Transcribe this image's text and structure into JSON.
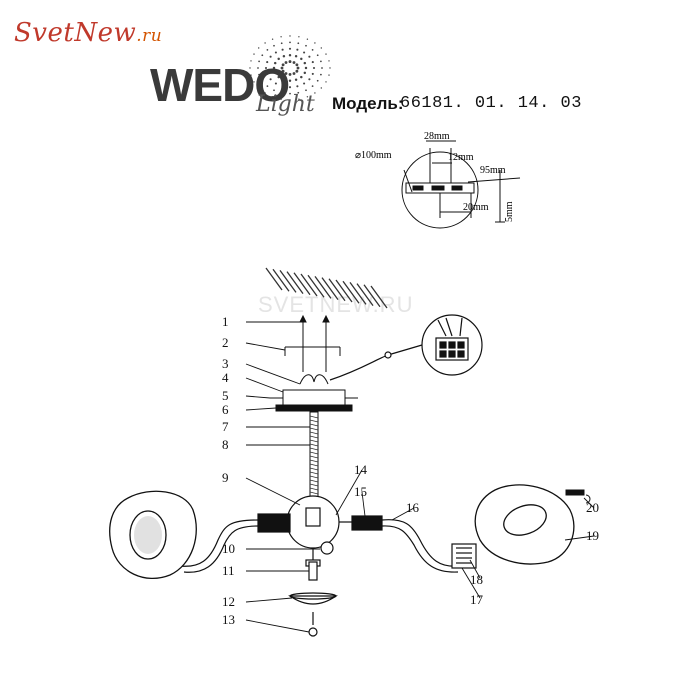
{
  "shop_logo": {
    "name": "SvetNew",
    "domain": ".ru"
  },
  "brand_logo": {
    "main": "WEDO",
    "sub": "Light"
  },
  "model": {
    "label": "Модель:",
    "value": "66181. 01. 14. 03"
  },
  "watermark": "SVETNEW.RU",
  "dimensions": [
    "⌀100mm",
    "28mm",
    "12mm",
    "95mm",
    "20mm",
    "5mm"
  ],
  "callouts": [
    "1",
    "2",
    "3",
    "4",
    "5",
    "6",
    "7",
    "8",
    "9",
    "10",
    "11",
    "12",
    "13",
    "14",
    "15",
    "16",
    "17",
    "18",
    "19",
    "20"
  ],
  "colors": {
    "line": "#111111",
    "shop": "#c0392b",
    "accent": "#d35400",
    "brand": "#3a3a3a"
  },
  "icons": [
    "sunburst-dots-icon",
    "ceiling-hatch-icon",
    "connector-block-icon"
  ]
}
